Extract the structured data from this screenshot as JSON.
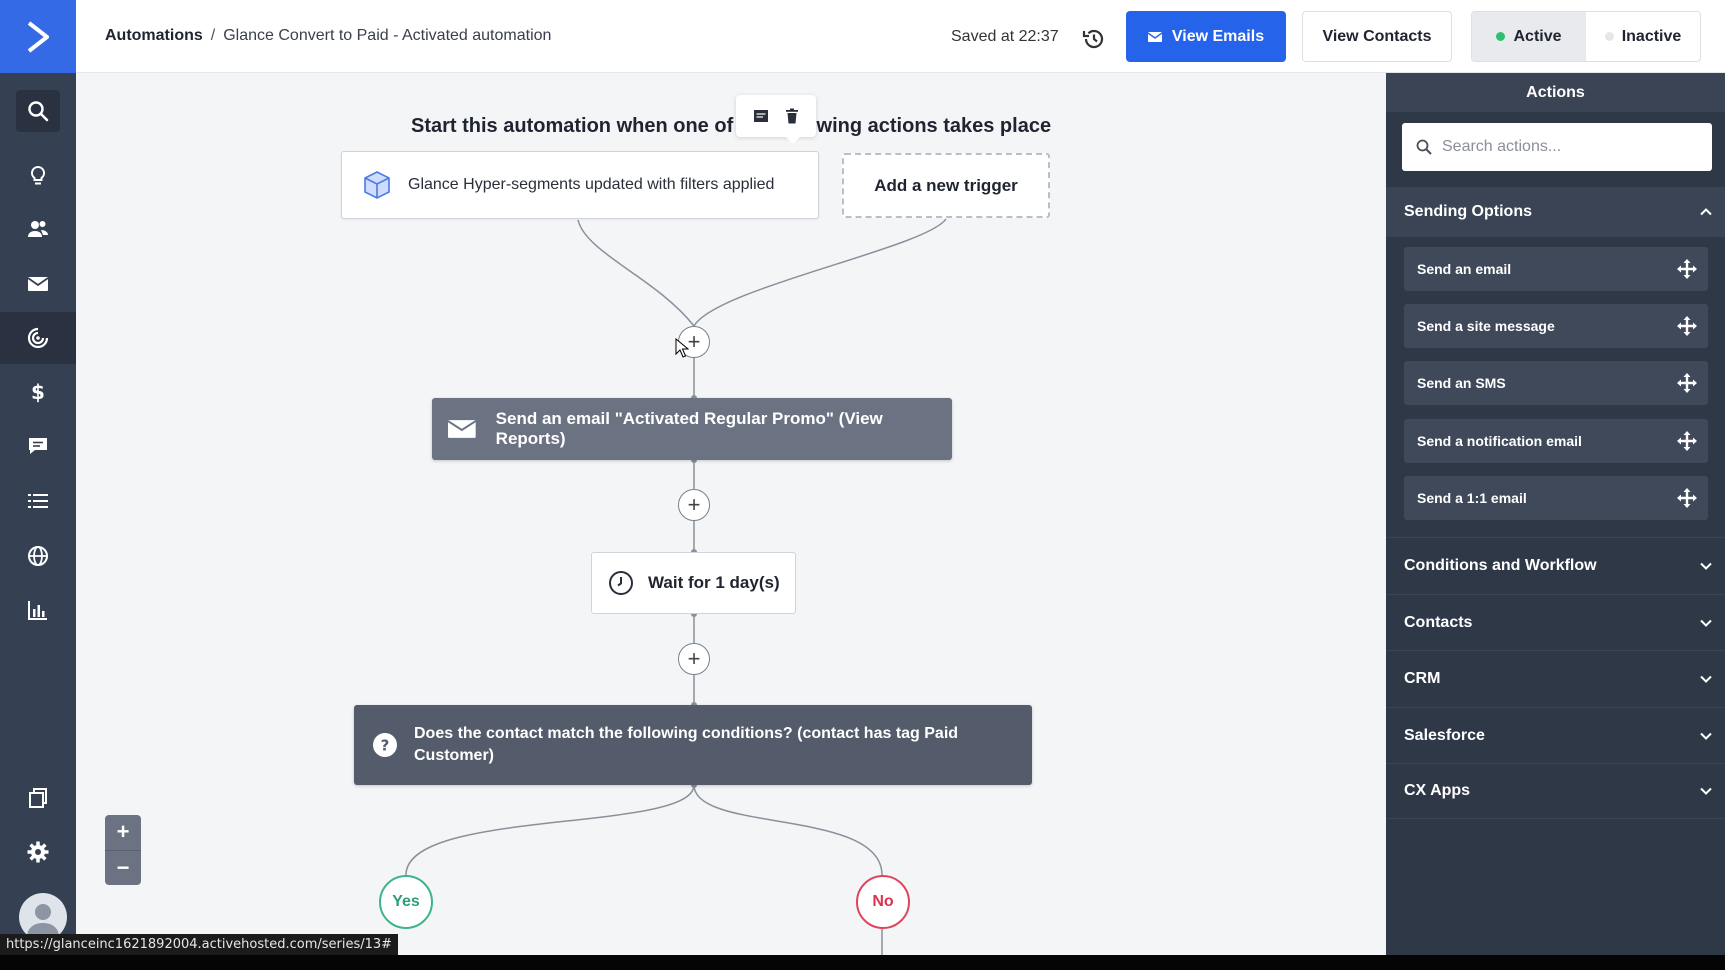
{
  "header": {
    "breadcrumb_root": "Automations",
    "breadcrumb_separator": "/",
    "breadcrumb_current": "Glance Convert to Paid - Activated automation",
    "saved_text": "Saved at 22:37",
    "view_emails_label": "View Emails",
    "view_contacts_label": "View Contacts",
    "status_active_label": "Active",
    "status_inactive_label": "Inactive"
  },
  "sidebar": {
    "items": [
      "search",
      "lightbulb",
      "contacts",
      "email",
      "automations",
      "deals",
      "conversations",
      "lists",
      "website",
      "reports",
      "pages",
      "settings"
    ],
    "active_item": "automations"
  },
  "canvas": {
    "start_title": "Start this automation when one of the following actions takes place",
    "trigger_label": "Glance Hyper-segments updated with filters applied",
    "add_trigger_label": "Add a new trigger",
    "email_node_label": "Send an email \"Activated Regular Promo\" (View Reports)",
    "wait_node_label": "Wait for 1 day(s)",
    "condition_label": "Does the contact match the following conditions? (contact has tag Paid Customer)",
    "yes_label": "Yes",
    "no_label": "No",
    "plus_symbol": "+",
    "zoom_in": "+",
    "zoom_out": "−"
  },
  "actions_panel": {
    "title": "Actions",
    "search_placeholder": "Search actions...",
    "open_section": "Sending Options",
    "sending_options": [
      "Send an email",
      "Send a site message",
      "Send an SMS",
      "Send a notification email",
      "Send a 1:1 email"
    ],
    "sections": [
      "Conditions and Workflow",
      "Contacts",
      "CRM",
      "Salesforce",
      "CX Apps"
    ]
  },
  "status_bar": {
    "url": "https://glanceinc1621892004.activehosted.com/series/13#"
  },
  "colors": {
    "brand_blue": "#2563eb",
    "sidebar": "#354053",
    "panel": "#2f3847",
    "active_dot": "#2fbf71",
    "yes_green": "#3cb48c",
    "no_red": "#e0445c"
  }
}
